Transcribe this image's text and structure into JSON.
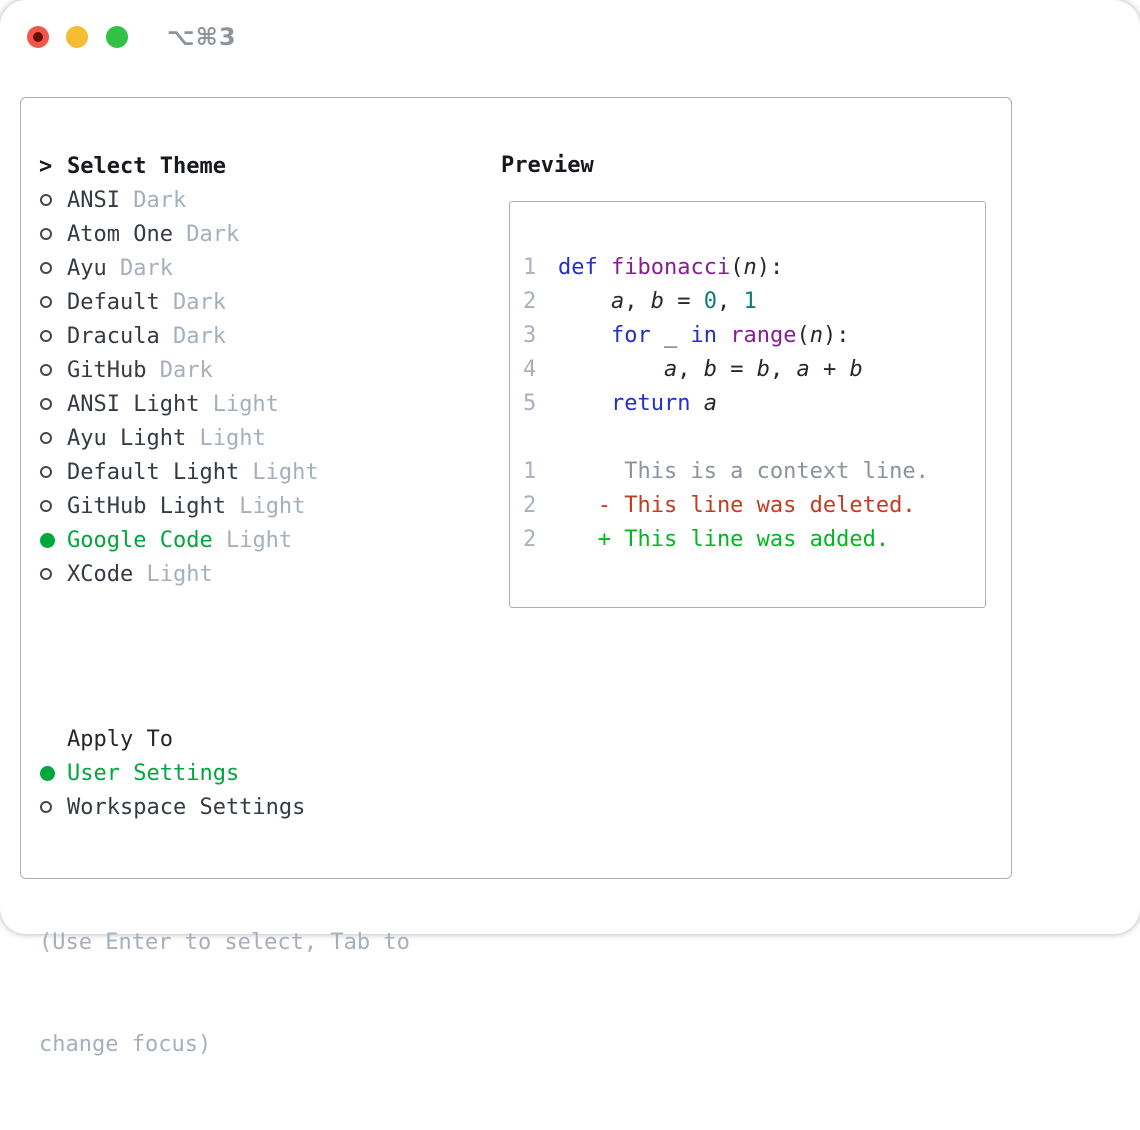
{
  "window": {
    "title": "⌥⌘3",
    "traffic_lights": {
      "close": "close-button",
      "minimize": "minimize-button",
      "zoom": "zoom-button"
    }
  },
  "colors": {
    "panel_border": "#a7afba",
    "text_dark": "#363b43",
    "text_muted": "#a7afbc",
    "selected_green": "#00a63e",
    "keyword_blue": "#2230c8",
    "function_purple": "#8a1d96",
    "literal_teal": "#0d7b7d",
    "line_number_gray": "#a7b0bf",
    "diff_context_gray": "#8e929b",
    "diff_deleted_red": "#c43b22",
    "diff_added_green": "#02b71f",
    "light_close": "#f1564b",
    "light_minimize": "#f6bd32",
    "light_zoom": "#31c145"
  },
  "theme_list": {
    "header": {
      "marker": ">",
      "label": "Select Theme"
    },
    "items": [
      {
        "name": "ANSI",
        "variant": "Dark",
        "selected": false
      },
      {
        "name": "Atom One",
        "variant": "Dark",
        "selected": false
      },
      {
        "name": "Ayu",
        "variant": "Dark",
        "selected": false
      },
      {
        "name": "Default",
        "variant": "Dark",
        "selected": false
      },
      {
        "name": "Dracula",
        "variant": "Dark",
        "selected": false
      },
      {
        "name": "GitHub",
        "variant": "Dark",
        "selected": false
      },
      {
        "name": "ANSI Light",
        "variant": "Light",
        "selected": false
      },
      {
        "name": "Ayu Light",
        "variant": "Light",
        "selected": false
      },
      {
        "name": "Default Light",
        "variant": "Light",
        "selected": false
      },
      {
        "name": "GitHub Light",
        "variant": "Light",
        "selected": false
      },
      {
        "name": "Google Code",
        "variant": "Light",
        "selected": true
      },
      {
        "name": "XCode",
        "variant": "Light",
        "selected": false
      }
    ]
  },
  "apply_to": {
    "header": "Apply To",
    "options": [
      {
        "label": "User Settings",
        "selected": true
      },
      {
        "label": "Workspace Settings",
        "selected": false
      }
    ]
  },
  "help": {
    "line1": "(Use Enter to select, Tab to",
    "line2": "change focus)"
  },
  "preview": {
    "header": "Preview",
    "code_lines": [
      {
        "number": "1",
        "tokens": [
          {
            "t": "def",
            "c": "kw"
          },
          {
            "t": " ",
            "c": "pl"
          },
          {
            "t": "fibonacci",
            "c": "fn"
          },
          {
            "t": "(",
            "c": "pl"
          },
          {
            "t": "n",
            "c": "var"
          },
          {
            "t": "):",
            "c": "pl"
          }
        ]
      },
      {
        "number": "2",
        "tokens": [
          {
            "t": "    ",
            "c": "pl"
          },
          {
            "t": "a",
            "c": "var"
          },
          {
            "t": ", ",
            "c": "pl"
          },
          {
            "t": "b",
            "c": "var"
          },
          {
            "t": " = ",
            "c": "pl"
          },
          {
            "t": "0",
            "c": "lit"
          },
          {
            "t": ", ",
            "c": "pl"
          },
          {
            "t": "1",
            "c": "lit"
          }
        ]
      },
      {
        "number": "3",
        "tokens": [
          {
            "t": "    ",
            "c": "pl"
          },
          {
            "t": "for",
            "c": "kw"
          },
          {
            "t": " _ ",
            "c": "pl"
          },
          {
            "t": "in",
            "c": "kw"
          },
          {
            "t": " ",
            "c": "pl"
          },
          {
            "t": "range",
            "c": "fn"
          },
          {
            "t": "(",
            "c": "pl"
          },
          {
            "t": "n",
            "c": "var"
          },
          {
            "t": "):",
            "c": "pl"
          }
        ]
      },
      {
        "number": "4",
        "tokens": [
          {
            "t": "        ",
            "c": "pl"
          },
          {
            "t": "a",
            "c": "var"
          },
          {
            "t": ", ",
            "c": "pl"
          },
          {
            "t": "b",
            "c": "var"
          },
          {
            "t": " = ",
            "c": "pl"
          },
          {
            "t": "b",
            "c": "var"
          },
          {
            "t": ", ",
            "c": "pl"
          },
          {
            "t": "a",
            "c": "var"
          },
          {
            "t": " + ",
            "c": "pl"
          },
          {
            "t": "b",
            "c": "var"
          }
        ]
      },
      {
        "number": "5",
        "tokens": [
          {
            "t": "    ",
            "c": "pl"
          },
          {
            "t": "return",
            "c": "kw"
          },
          {
            "t": " ",
            "c": "pl"
          },
          {
            "t": "a",
            "c": "var"
          }
        ]
      }
    ],
    "diff_lines": [
      {
        "number": "1",
        "kind": "context",
        "text": "     This is a context line."
      },
      {
        "number": "2",
        "kind": "deleted",
        "text": "   - This line was deleted."
      },
      {
        "number": "2",
        "kind": "added",
        "text": "   + This line was added."
      }
    ]
  }
}
